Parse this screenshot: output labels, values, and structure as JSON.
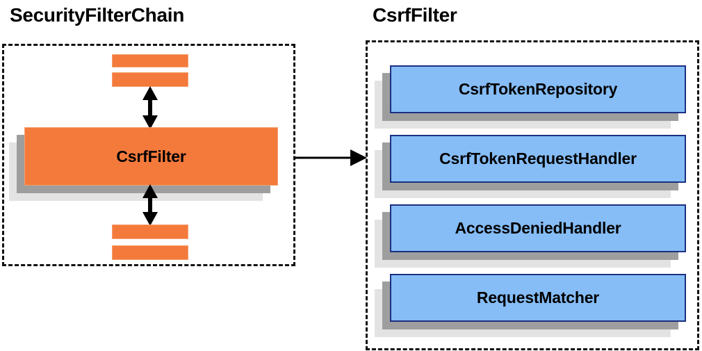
{
  "diagram": {
    "title_left": "SecurityFilterChain",
    "title_right": "CsrfFilter",
    "colors": {
      "node_orange": "#f47a3c",
      "node_blue": "#86bdf7",
      "blue_border": "#1c2f80",
      "shadow_near": "#9e9e9e",
      "shadow_far": "#e3e3e3",
      "outline_dashed": "#111111",
      "arrow": "#000000",
      "text": "#000000"
    }
  },
  "left_panel": {
    "title": "SecurityFilterChain",
    "filter_bars_top": [
      {
        "name": "filter-slot-1"
      },
      {
        "name": "filter-slot-2"
      }
    ],
    "main_node": {
      "label": "CsrfFilter"
    },
    "filter_bars_bottom": [
      {
        "name": "filter-slot-3"
      },
      {
        "name": "filter-slot-4"
      }
    ],
    "arrows": [
      {
        "name": "bidirectional-arrow-above-csrffilter",
        "direction": "bidirectional"
      },
      {
        "name": "bidirectional-arrow-below-csrffilter",
        "direction": "bidirectional"
      }
    ]
  },
  "connector": {
    "name": "csrffilter-expansion-arrow",
    "direction": "left-to-right",
    "from": "CsrfFilter",
    "to": "CsrfFilter collaborators"
  },
  "right_panel": {
    "title": "CsrfFilter",
    "collaborators": [
      {
        "label": "CsrfTokenRepository"
      },
      {
        "label": "CsrfTokenRequestHandler"
      },
      {
        "label": "AccessDeniedHandler"
      },
      {
        "label": "RequestMatcher"
      }
    ]
  }
}
